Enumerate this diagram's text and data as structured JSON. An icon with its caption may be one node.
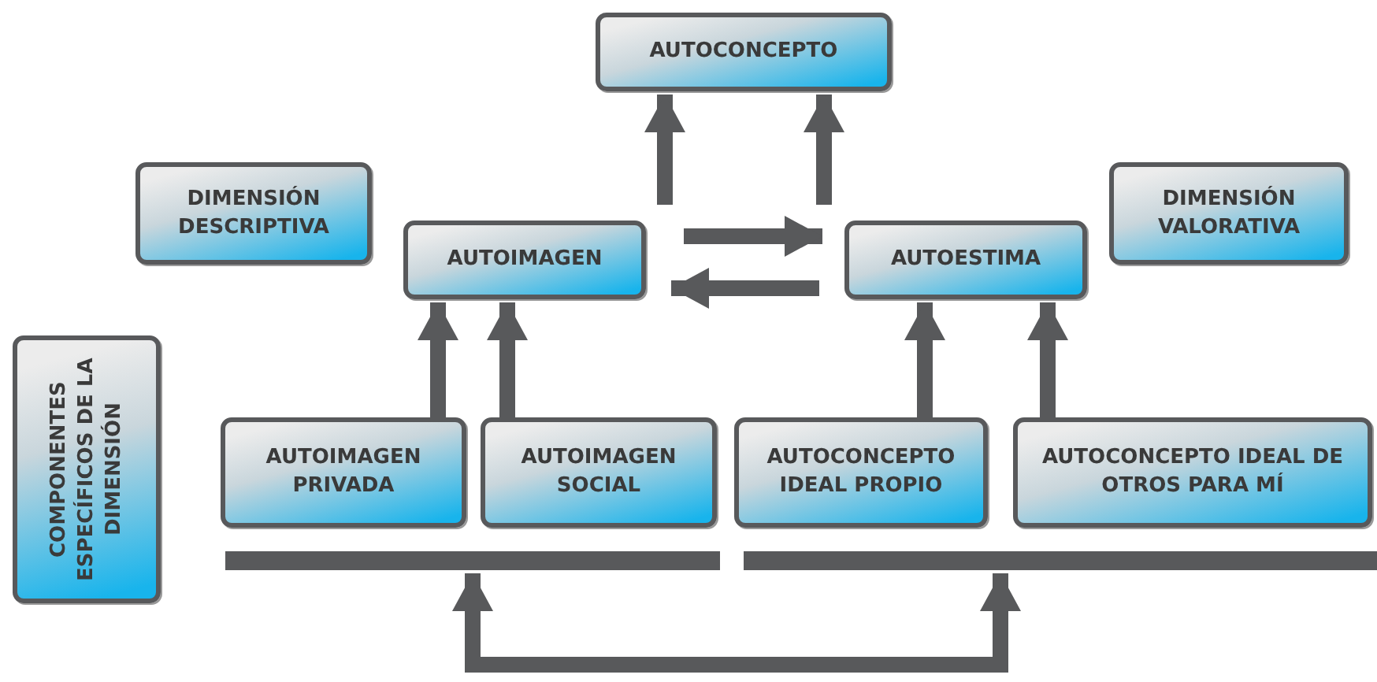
{
  "diagram": {
    "nodes": [
      {
        "text": [
          "AUTOCONCEPTO"
        ]
      },
      {
        "text": [
          "DIMENSIÓN DESCRIPTIVA"
        ]
      },
      {
        "text": [
          "AUTOIMAGEN"
        ]
      },
      {
        "text": [
          "AUTOESTIMA"
        ]
      },
      {
        "text": [
          "DIMENSIÓN VALORATIVA"
        ]
      },
      {
        "text": [
          "COMPONENTES ESPECÍFICOS DE LA DIMENSIÓN"
        ]
      },
      {
        "text": [
          "AUTOIMAGEN PRIVADA"
        ]
      },
      {
        "text": [
          "AUTOIMAGEN SOCIAL"
        ]
      },
      {
        "text": [
          "AUTOCONCEPTO IDEAL PROPIO"
        ]
      },
      {
        "text": [
          "AUTOCONCEPTO IDEAL DE OTROS PARA MÍ"
        ]
      },
      {
        "text": [],
        "shape": "bar"
      },
      {
        "text": [],
        "shape": "bar"
      }
    ],
    "edges": [
      {
        "from": 2,
        "to": 0,
        "arrow": "to"
      },
      {
        "from": 3,
        "to": 0,
        "arrow": "to"
      },
      {
        "from": 2,
        "to": 3,
        "arrow": "to"
      },
      {
        "from": 3,
        "to": 2,
        "arrow": "to"
      },
      {
        "from": 6,
        "to": 2,
        "arrow": "to"
      },
      {
        "from": 7,
        "to": 2,
        "arrow": "to"
      },
      {
        "from": 8,
        "to": 3,
        "arrow": "to"
      },
      {
        "from": 9,
        "to": 3,
        "arrow": "to"
      },
      {
        "from": 10,
        "to": 11,
        "arrow": "both"
      }
    ]
  }
}
